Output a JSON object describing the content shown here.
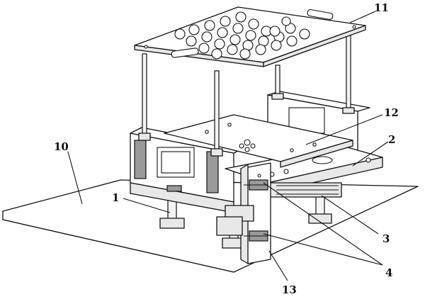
{
  "callouts": {
    "c1": "1",
    "c2": "2",
    "c3": "3",
    "c4": "4",
    "c10": "10",
    "c11": "11",
    "c12": "12",
    "c13": "13"
  }
}
